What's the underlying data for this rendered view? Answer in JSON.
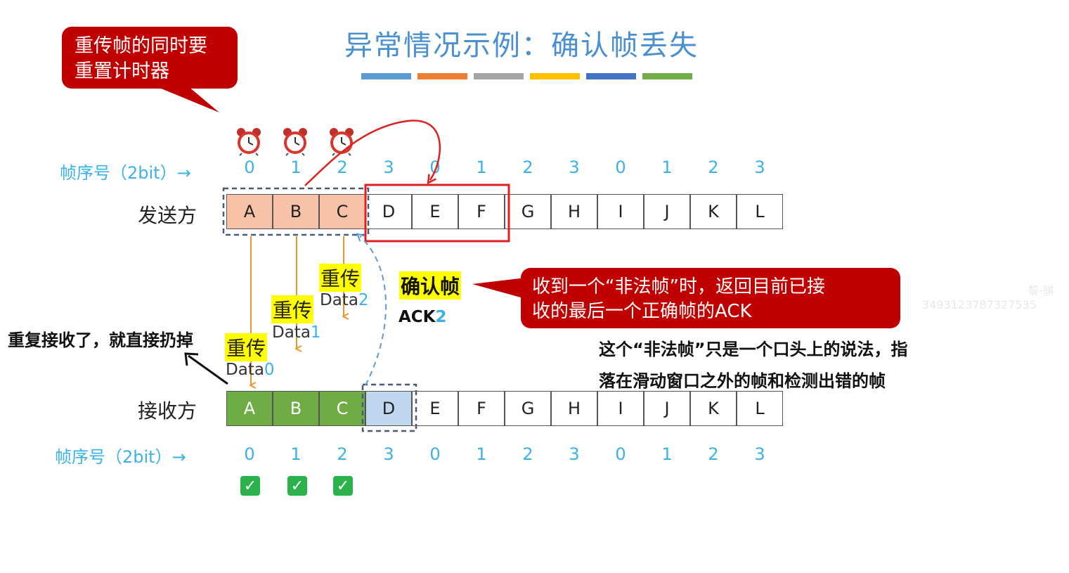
{
  "title": "异常情况示例：确认帧丢失",
  "color_bars": [
    "#5b9bd5",
    "#ed7d31",
    "#a5a5a5",
    "#ffc000",
    "#4472c4",
    "#70ad47"
  ],
  "callout_left": {
    "line1": "重传帧的同时要",
    "line2": "重置计时器"
  },
  "callout_right": {
    "line1": "收到一个“非法帧”时，返回目前已接",
    "line2": "收的最后一个正确帧的ACK"
  },
  "seq_label_top": "帧序号（2bit）→",
  "seq_label_bottom": "帧序号（2bit）→",
  "seq_numbers": [
    "0",
    "1",
    "2",
    "3",
    "0",
    "1",
    "2",
    "3",
    "0",
    "1",
    "2",
    "3"
  ],
  "sender_label": "发送方",
  "receiver_label": "接收方",
  "frames": [
    "A",
    "B",
    "C",
    "D",
    "E",
    "F",
    "G",
    "H",
    "I",
    "J",
    "K",
    "L"
  ],
  "retransmit_label": "重传",
  "data_prefix": "Data",
  "data_indices": [
    "0",
    "1",
    "2"
  ],
  "ack_frame_label": "确认帧",
  "ack_label": "ACK",
  "ack_index": "2",
  "duplicate_note": "重复接收了，就直接扔掉",
  "illegal_note_line1": "这个“非法帧”只是一个口头上的说法，指",
  "illegal_note_line2": "落在滑动窗口之外的帧和检测出错的帧",
  "check_mark": "✓",
  "icons": [
    "alarm-clock-icon",
    "check-icon",
    "arrow-icon"
  ],
  "watermark": {
    "line1": "黎-骐",
    "line2": "3493123787327535"
  },
  "colors": {
    "accent": "#4a8fd0",
    "callout": "#c00000",
    "sent": "#f7c2a8",
    "received": "#6fac46",
    "expected": "#c0d8ef",
    "sequence": "#3ab2e6",
    "highlight": "#ffff00",
    "annotation": "#e02020"
  }
}
